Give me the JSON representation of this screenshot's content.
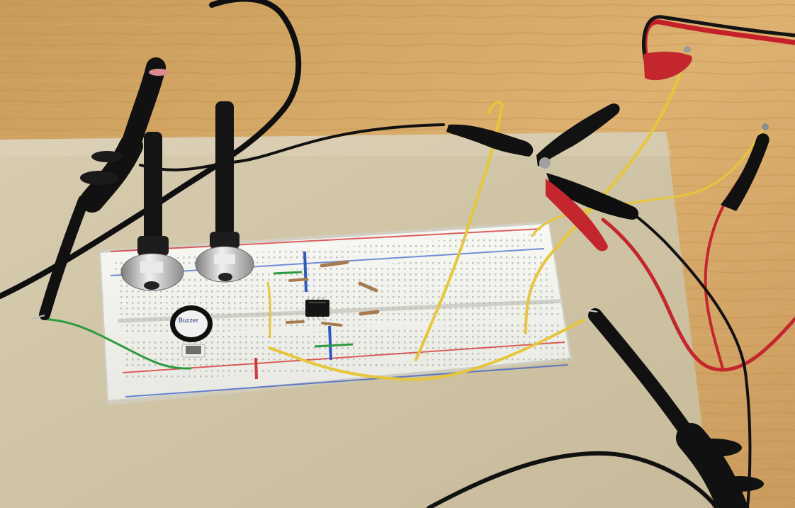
{
  "scene": {
    "description_hidden": "",
    "buzzer_label": "Buzzer",
    "colors": {
      "desk": "#d7a866",
      "paper": "#cfc3a3",
      "breadboard": "#f3f3ef",
      "red_rail": "#d23b3b",
      "blue_rail": "#2d57c7",
      "probe_black": "#111111",
      "yellow_wire": "#e7c73d",
      "green_wire": "#2c9b3e",
      "red_lead": "#c7262c"
    },
    "objects": [
      "oscilloscope-probe",
      "potentiometer",
      "breadboard",
      "ic-chip",
      "buzzer",
      "alligator-clip",
      "jumper-wire",
      "resistor"
    ]
  }
}
